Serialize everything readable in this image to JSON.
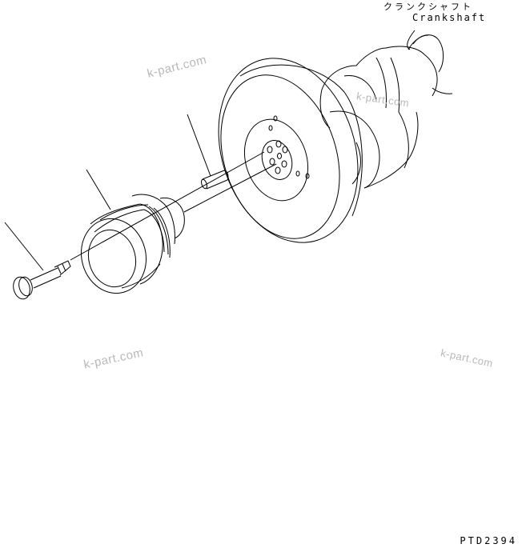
{
  "diagram": {
    "type": "exploded-parts-view",
    "subject": "crankshaft pulley / damper assembly",
    "labels": {
      "crankshaft_jp": "クランクシャフト",
      "crankshaft_en": "Crankshaft"
    },
    "drawing_number": "PTD2394",
    "watermarks": [
      "k-part.com",
      "k-part.com",
      "k-part.com",
      "k-part.com"
    ],
    "parts": [
      {
        "id": "bolt",
        "description": "flange bolt"
      },
      {
        "id": "pulley",
        "description": "multi-groove pulley"
      },
      {
        "id": "pin",
        "description": "dowel pin"
      },
      {
        "id": "damper",
        "description": "vibration damper"
      },
      {
        "id": "crankshaft",
        "description": "crankshaft (reference)"
      }
    ],
    "colors": {
      "line": "#000000",
      "background": "#ffffff",
      "watermark": "#b8b8b8"
    }
  }
}
